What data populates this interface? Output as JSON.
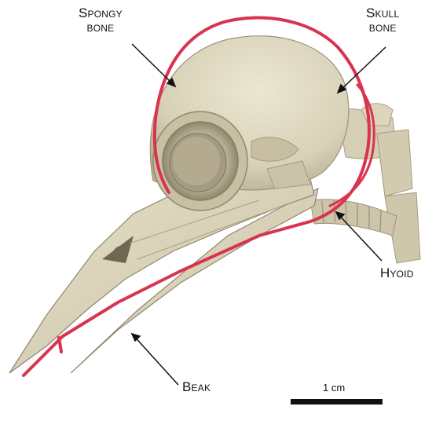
{
  "labels": {
    "spongy_bone": [
      "Spongy",
      "bone"
    ],
    "skull_bone": [
      "Skull",
      "bone"
    ],
    "hyoid": "Hyoid",
    "beak": "Beak"
  },
  "scale_bar": {
    "text": "1 cm"
  },
  "colors": {
    "background": "#ffffff",
    "bone": "#e0dac3",
    "bone_shadow": "#b7ae93",
    "hyoid_highlight": "#d9334f",
    "leader_line": "#111111"
  }
}
